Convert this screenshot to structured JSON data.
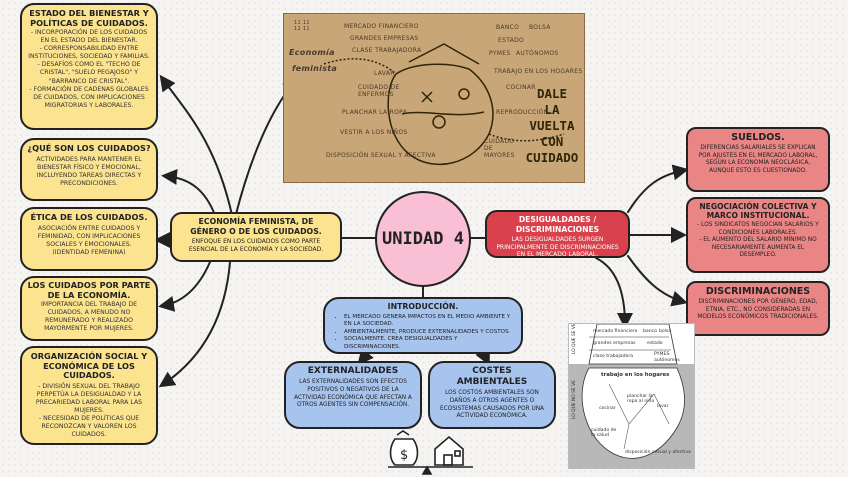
{
  "center": {
    "title": "UNIDAD 4"
  },
  "economia": {
    "title": "ECONOMÍA FEMINISTA, DE GÉNERO O DE LOS CUIDADOS.",
    "text": "ENFOQUE EN LOS CUIDADOS COMO PARTE ESENCIAL DE LA ECONOMÍA Y LA SOCIEDAD."
  },
  "left_nodes": [
    {
      "title": "ESTADO DEL BIENESTAR Y POLÍTICAS DE CUIDADOS.",
      "lines": [
        "- INCORPORACIÓN DE LOS CUIDADOS EN EL ESTADO DEL BIENESTAR.",
        "- CORRESPONSABILIDAD ENTRE INSTITUCIONES, SOCIEDAD Y FAMILIAS.",
        "- DESAFÍOS COMO EL \"TECHO DE CRISTAL\", \"SUELO PEGAJOSO\" Y \"BARRANCO DE CRISTAL\".",
        "- FORMACIÓN DE CADENAS GLOBALES DE CUIDADOS, CON IMPLICACIONES MIGRATORIAS Y LABORALES."
      ]
    },
    {
      "title": "¿QUÉ SON LOS CUIDADOS?",
      "lines": [
        "ACTIVIDADES PARA MANTENER EL BIENESTAR FÍSICO Y EMOCIONAL, INCLUYENDO TAREAS DIRECTAS Y PRECONDICIONES."
      ]
    },
    {
      "title": "ÉTICA DE LOS CUIDADOS.",
      "lines": [
        "ASOCIACIÓN ENTRE CUIDADOS Y FEMINIDAD, CON IMPLICACIONES SOCIALES Y EMOCIONALES. (IDENTIDAD FEMENINA)"
      ]
    },
    {
      "title": "LOS CUIDADOS POR PARTE DE LA ECONOMÍA.",
      "lines": [
        "IMPORTANCIA DEL TRABAJO DE CUIDADOS, A MENUDO NO REMUNERADO Y REALIZADO MAYORMENTE POR MUJERES."
      ]
    },
    {
      "title": "ORGANIZACIÓN SOCIAL Y ECONÓMICA DE LOS CUIDADOS.",
      "lines": [
        "- DIVISIÓN SEXUAL DEL TRABAJO PERPETÚA LA DESIGUALDAD Y LA PRECARIEDAD LABORAL PARA LAS MUJERES.",
        "- NECESIDAD DE POLÍTICAS QUE RECONOZCAN Y VALOREN LOS CUIDADOS."
      ]
    }
  ],
  "desigualdades": {
    "title": "DESIGUALDADES / DISCRIMINACIONES",
    "text": "LAS DESIGUALDADES SURGEN PRINCIPALMENTE DE DISCRIMINACIONES EN EL MERCADO LABORAL."
  },
  "right_nodes": [
    {
      "title": "SUELDOS.",
      "lines": [
        "DIFERENCIAS SALARIALES SE EXPLICAN POR AJUSTES EN EL MERCADO LABORAL, SEGÚN LA ECONOMÍA NEOCLÁSICA, AUNQUE ESTO ES CUESTIONADO."
      ]
    },
    {
      "title": "NEGOCIACIÓN COLECTIVA Y MARCO INSTITUCIONAL.",
      "lines": [
        "- LOS SINDICATOS NEGOCIAN SALARIOS Y CONDICIONES LABORALES.",
        "- EL AUMENTO DEL SALARIO MÍNIMO NO NECESARIAMENTE AUMENTA EL DESEMPLEO."
      ]
    },
    {
      "title": "DISCRIMINACIONES",
      "lines": [
        "DISCRIMINACIONES POR GÉNERO, EDAD, ETNIA, ETC., NO CONSIDERADAS EN MODELOS ECONÓMICOS TRADICIONALES."
      ]
    }
  ],
  "introduccion": {
    "title": "INTRODUCCIÓN.",
    "bullets": [
      "EL MERCADO GENERA IMPACTOS EN EL MEDIO AMBIENTE Y EN LA SOCIEDAD.",
      "AMBIENTALMENTE, PRODUCE EXTERNALIDADES Y COSTOS.",
      "SOCIALMENTE, CREA DESIGUALDADES Y DISCRIMINACIONES."
    ]
  },
  "externalidades": {
    "title": "EXTERNALIDADES",
    "text": "LAS EXTERNALIDADES SON EFECTOS POSITIVOS O NEGATIVOS DE LA ACTIVIDAD ECONÓMICA QUE AFECTAN A OTROS AGENTES SIN COMPENSACIÓN."
  },
  "costes": {
    "title": "COSTES AMBIENTALES",
    "text": "LOS COSTOS AMBIENTALES SON DAÑOS A OTROS AGENTES O ECOSISTEMAS CAUSADOS POR UNA ACTIVIDAD ECONÓMICA."
  },
  "sketch": {
    "big": [
      "DALE",
      "LA",
      "VUELTA",
      "CON",
      "CUIDADO"
    ],
    "title_left": [
      "Economía",
      "feminista"
    ],
    "labels_left": [
      "MERCADO FINANCIERO",
      "GRANDES EMPRESAS",
      "CLASE TRABAJADORA",
      "LAVAR",
      "CUIDADO DE ENFERMOS",
      "PLANCHAR LA ROPA",
      "VESTIR A LOS NIÑOS",
      "DISPOSICIÓN SEXUAL Y AFECTIVA"
    ],
    "labels_right": [
      "BANCO",
      "BOLSA",
      "ESTADO",
      "PYMES",
      "AUTÓNOMOS",
      "TRABAJO EN LOS HOGARES",
      "COCINAR",
      "REPRODUCCIÓN",
      "CUIDADO DE MAYORES"
    ]
  },
  "iceberg": {
    "side_top": "LO QUE SE VE",
    "side_bottom": "LO QUE NO SE VE",
    "top_labels": [
      "mercado financiero",
      "banco",
      "bolsa",
      "grandes empresas",
      "estado",
      "clase trabajadora",
      "PYMES",
      "autónomos"
    ],
    "hogares": "trabajo en los hogares",
    "inner": [
      "cocinar",
      "planchar la ropa al niño",
      "lavar",
      "cuidado de la salud"
    ],
    "bottom": "disposición sexual y afectiva"
  },
  "colors": {
    "yellow": "#fbe38f",
    "red": "#ea8585",
    "blue": "#a7c4ef",
    "pink": "#f8bfd5",
    "sketch_bg": "#c9a677"
  }
}
